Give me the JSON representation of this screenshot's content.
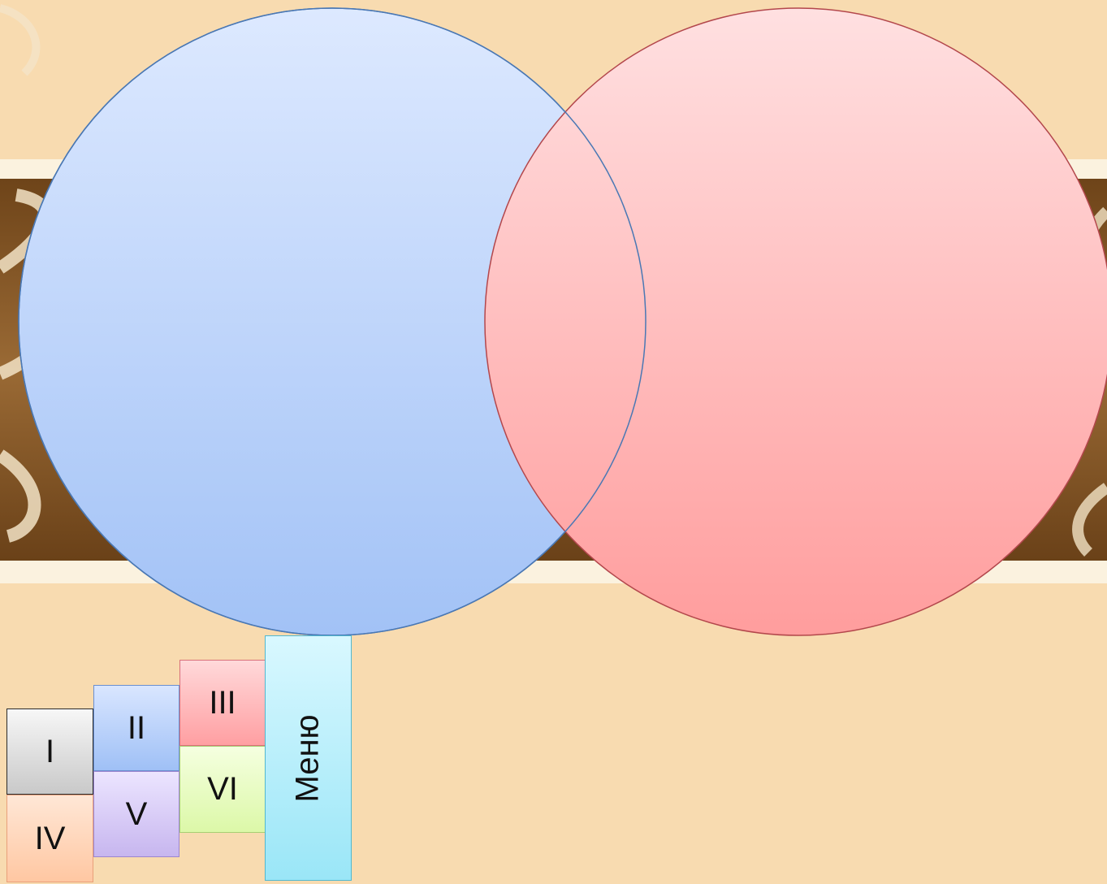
{
  "background": {
    "color": "#f8dbb0",
    "band_color": "#8a5a2b"
  },
  "venn": {
    "left_circle": {
      "fill_top": "#dce8ff",
      "fill_bottom": "#a3c3f7",
      "stroke": "#4a78b4"
    },
    "right_circle": {
      "fill_top": "#ffdfe0",
      "fill_bottom": "#ff9e9e",
      "stroke": "#b3474c"
    }
  },
  "menu": {
    "buttons": [
      {
        "id": "btn-1",
        "label": "I",
        "color": "#c9c9c9"
      },
      {
        "id": "btn-2",
        "label": "II",
        "color": "#9fc0f6"
      },
      {
        "id": "btn-3",
        "label": "III",
        "color": "#ff9fa2"
      },
      {
        "id": "btn-4",
        "label": "IV",
        "color": "#ffc7a2"
      },
      {
        "id": "btn-5",
        "label": "V",
        "color": "#c7b6ef"
      },
      {
        "id": "btn-6",
        "label": "VI",
        "color": "#dcf8a8"
      }
    ],
    "main_label": "Меню"
  }
}
